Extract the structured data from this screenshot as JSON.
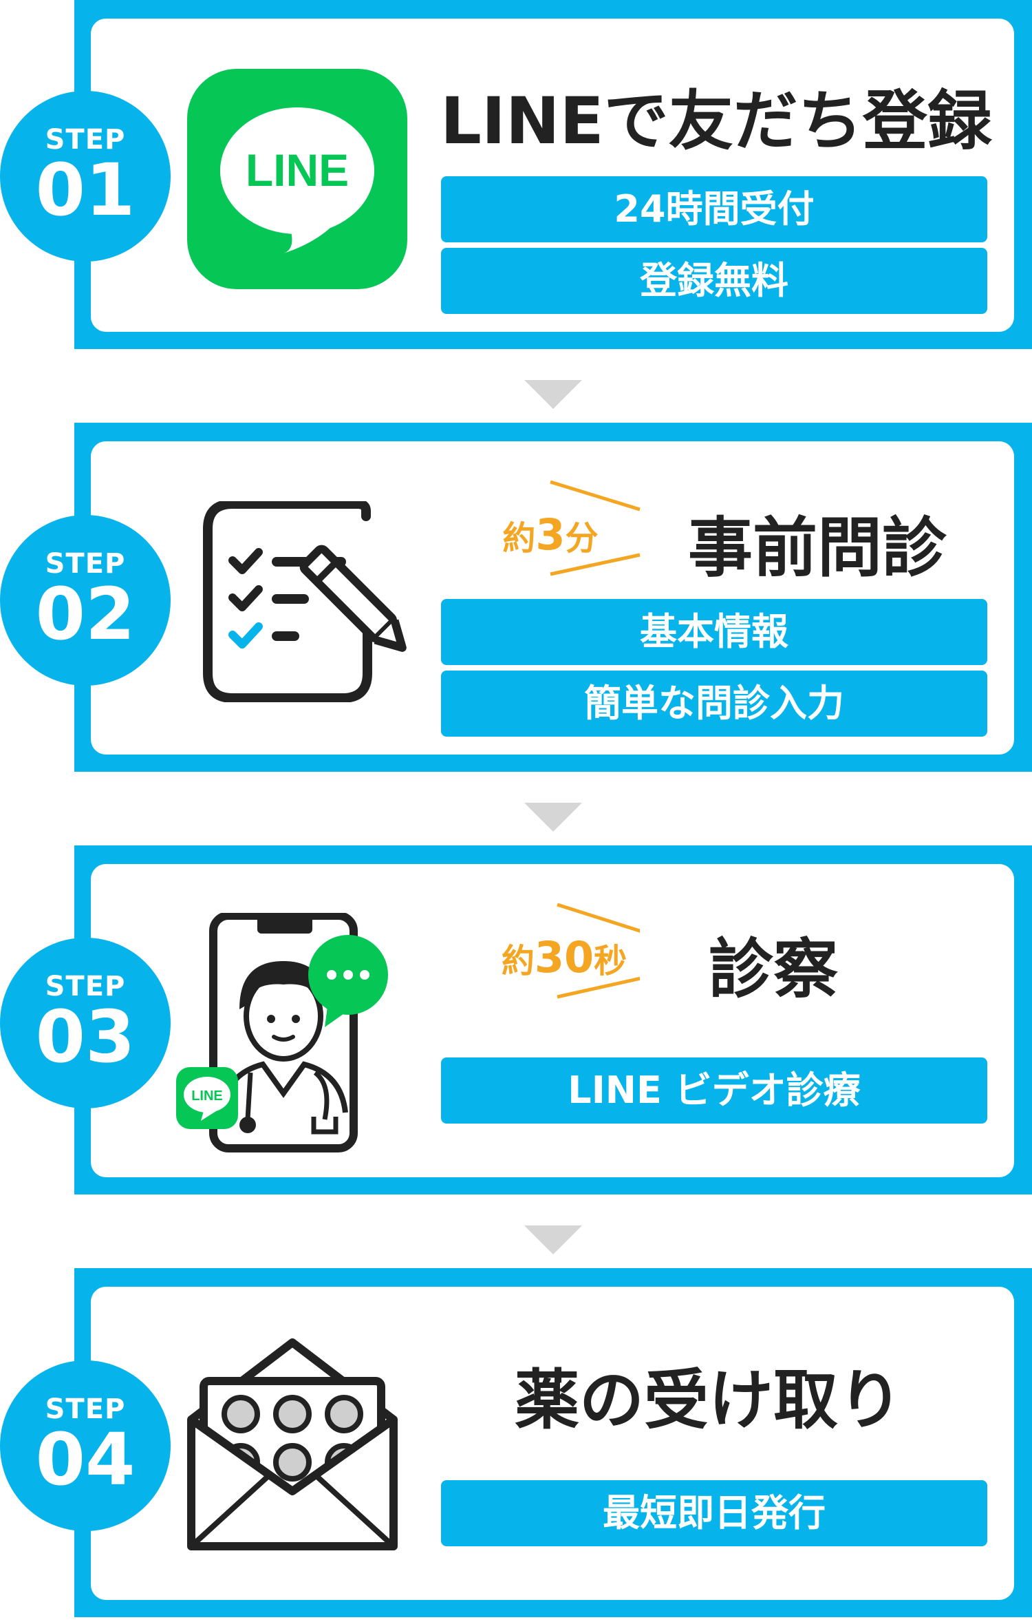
{
  "colors": {
    "accent": "#06b3ea",
    "title_text": "#222222",
    "time_badge": "#f4a622",
    "line_green": "#06c755",
    "arrow": "#d6d6d6"
  },
  "steps": [
    {
      "step_label": "STEP",
      "step_number": "01",
      "icon": "line-app-icon",
      "icon_text": "LINE",
      "title": "LINEで友だち登録",
      "features": [
        "24時間受付",
        "登録無料"
      ]
    },
    {
      "step_label": "STEP",
      "step_number": "02",
      "icon": "checklist-pencil-icon",
      "time_prefix": "約",
      "time_value": "3",
      "time_unit": "分",
      "title": "事前問診",
      "features": [
        "基本情報",
        "簡単な問診入力"
      ]
    },
    {
      "step_label": "STEP",
      "step_number": "03",
      "icon": "doctor-video-call-icon",
      "icon_text": "LINE",
      "time_prefix": "約",
      "time_value": "30",
      "time_unit": "秒",
      "title": "診察",
      "features": [
        "LINE ビデオ診療"
      ]
    },
    {
      "step_label": "STEP",
      "step_number": "04",
      "icon": "medicine-envelope-icon",
      "title": "薬の受け取り",
      "features": [
        "最短即日発行"
      ]
    }
  ]
}
